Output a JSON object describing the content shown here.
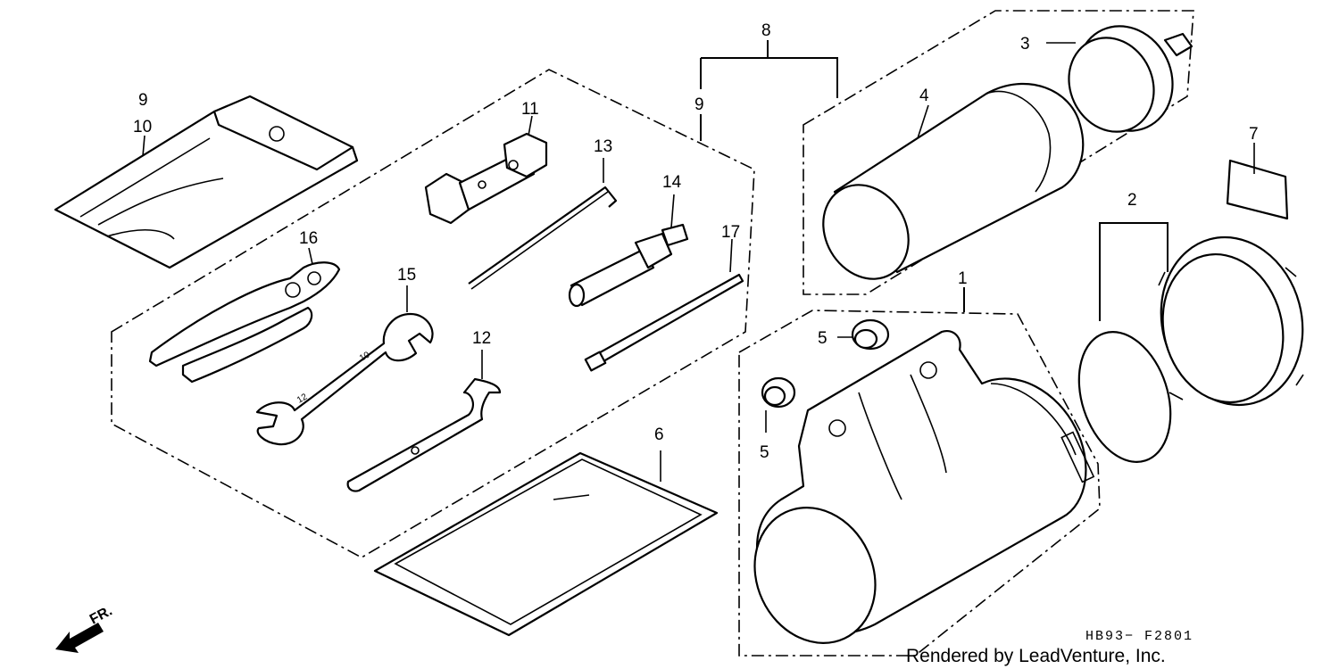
{
  "callouts": {
    "c1": "1",
    "c2": "2",
    "c3": "3",
    "c4": "4",
    "c5a": "5",
    "c5b": "5",
    "c6": "6",
    "c7": "7",
    "c8": "8",
    "c9a": "9",
    "c9b": "9",
    "c10": "10",
    "c11": "11",
    "c12": "12",
    "c13": "13",
    "c14": "14",
    "c15": "15",
    "c16": "16",
    "c17": "17"
  },
  "front_marker": "FR.",
  "figure_code": "HB93− F2801",
  "credit": "Rendered by LeadVenture, Inc."
}
